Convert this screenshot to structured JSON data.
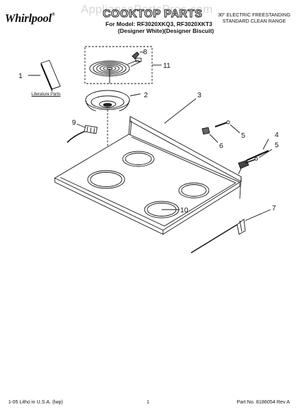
{
  "header": {
    "brand": "Whirlpool",
    "brand_mark": "®",
    "watermark": "AppliancePartsPros.com",
    "title": "COOKTOP PARTS",
    "models_line1": "For Model: RF3020XKQ3, RF3020XKT3",
    "models_line2": "(Designer White)(Designer Biscuit)",
    "range_line1": "30\" ELECTRIC FREESTANDING",
    "range_line2": "STANDARD CLEAN RANGE"
  },
  "labels": {
    "literature_parts": "Literature Parts"
  },
  "callouts": [
    "1",
    "2",
    "3",
    "4",
    "5",
    "5",
    "6",
    "7",
    "8",
    "9",
    "10",
    "11"
  ],
  "footer": {
    "left": "1-05 Litho in U.S.A. (lwp)",
    "page": "1",
    "part_number": "Part No. 8186054 Rev A"
  }
}
